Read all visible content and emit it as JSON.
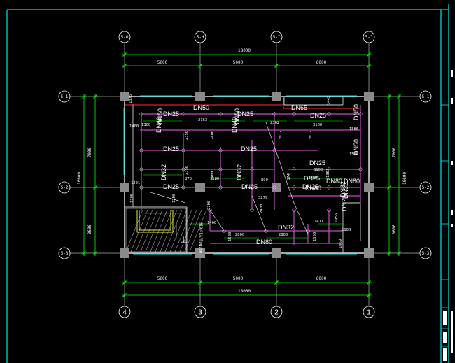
{
  "colors": {
    "background": "#000000",
    "frame": "#00e5e5",
    "dimension": "#00ff00",
    "axis": "#ffffff",
    "pipe": "#c24ac2",
    "wall": "#cfcfcf",
    "column": "#8a8a8a",
    "stair": "#e8e84a",
    "hatch": "#ffffff",
    "red": "#ff3030",
    "cyan": "#00e5e5"
  },
  "axes": {
    "top": [
      "5-G",
      "5-H",
      "5-I",
      "5-J"
    ],
    "bottom": [
      "4",
      "3",
      "2",
      "1"
    ],
    "left": [
      "5-1",
      "5-2",
      "5-3"
    ],
    "right": [
      "5-1",
      "5-2",
      "5-3"
    ]
  },
  "dimensions": {
    "top_total": "18000",
    "top_spans": [
      "5000",
      "5000",
      "6000"
    ],
    "bottom_spans": [
      "5000",
      "5000",
      "6000"
    ],
    "bottom_total": "18000",
    "left_total": "10600",
    "left_spans": [
      "7000",
      "3600"
    ],
    "right_total": "10600",
    "right_spans": [
      "7000",
      "3600"
    ]
  },
  "pipe_labels": [
    "DN50",
    "DN25",
    "DN25",
    "DN25",
    "DN65",
    "DN50",
    "DN40",
    "DN50",
    "DN40",
    "DN50",
    "DN25",
    "DN25",
    "DN32",
    "DN32",
    "DN25",
    "DN25",
    "DN25",
    "DN80",
    "DN80",
    "DN32",
    "DN50",
    "DN25",
    "DN25",
    "DN32",
    "DN80",
    "DN25",
    "DN80",
    "DN32"
  ],
  "plan_dims": [
    "1375",
    "1400",
    "1300",
    "2163",
    "2350",
    "2400",
    "2362",
    "3100",
    "1442",
    "1586",
    "3012",
    "3012",
    "1586",
    "3100",
    "1201",
    "2350",
    "870",
    "1180",
    "2400",
    "890",
    "1700",
    "1301",
    "1195",
    "1208",
    "2700",
    "3279",
    "2400",
    "1411",
    "1956",
    "1100",
    "1400",
    "1500",
    "2800",
    "2800",
    "1500",
    "1059",
    "874"
  ],
  "stair_label": "上",
  "vertical_note": "消防引入管DN100"
}
